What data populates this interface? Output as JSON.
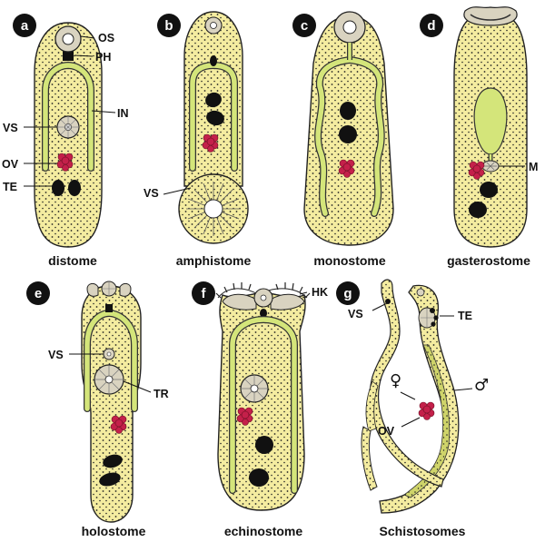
{
  "colors": {
    "body": "#f4eca0",
    "gut": "#d4e57a",
    "ovary": "#c4204a",
    "testes": "#111111",
    "sucker": "#d9d3c0"
  },
  "panels": [
    {
      "letter": "a",
      "caption": "distome",
      "labels": [
        "OS",
        "PH",
        "IN",
        "VS",
        "OV",
        "TE"
      ]
    },
    {
      "letter": "b",
      "caption": "amphistome",
      "labels": [
        "VS"
      ]
    },
    {
      "letter": "c",
      "caption": "monostome",
      "labels": []
    },
    {
      "letter": "d",
      "caption": "gasterostome",
      "labels": [
        "M"
      ]
    },
    {
      "letter": "e",
      "caption": "holostome",
      "labels": [
        "VS",
        "TR"
      ]
    },
    {
      "letter": "f",
      "caption": "echinostome",
      "labels": [
        "HK"
      ]
    },
    {
      "letter": "g",
      "caption": "Schistosomes",
      "labels": [
        "VS",
        "TE",
        "OV"
      ],
      "symbols": [
        "♀",
        "♂"
      ]
    }
  ]
}
